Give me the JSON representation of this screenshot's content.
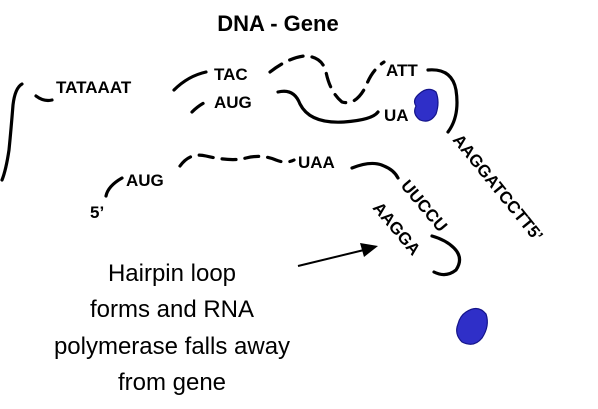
{
  "title": "DNA - Gene",
  "dna": {
    "promoter": "TATAAAT",
    "start_template": "TAC",
    "stop_template": "ATT",
    "terminator_template": "AAGGATCCTT5’"
  },
  "nascent_rna": {
    "start_codon": "AUG",
    "stop_partial": "UA"
  },
  "released_rna": {
    "five_prime": "5’",
    "start_codon": "AUG",
    "stop_codon": "UAA",
    "hairpin_top": "UUCCU",
    "hairpin_bottom": "AAGGA"
  },
  "caption": {
    "line1": "Hairpin loop",
    "line2": "forms and RNA",
    "line3": "polymerase falls away",
    "line4": "from gene"
  },
  "colors": {
    "polymerase": "#2f2fc8"
  },
  "icons": [
    "rna-polymerase-icon",
    "arrow-icon"
  ]
}
